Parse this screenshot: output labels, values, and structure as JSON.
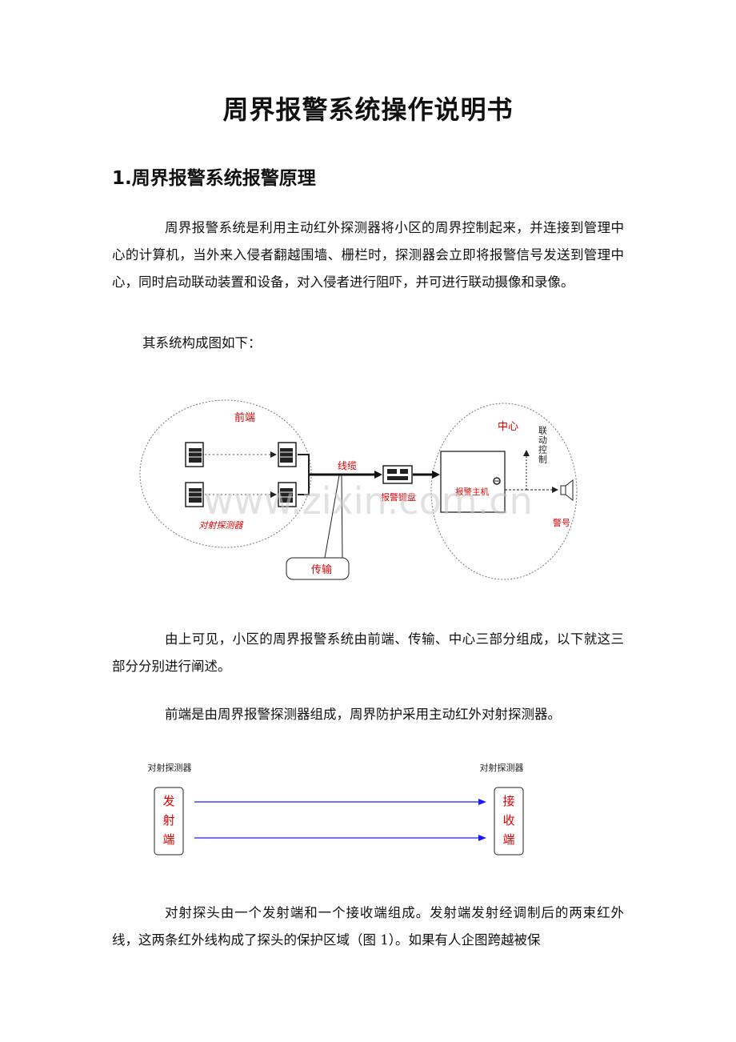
{
  "title": "周界报警系统操作说明书",
  "section1": {
    "heading": "1.周界报警系统报警原理"
  },
  "paragraphs": {
    "p1": "周界报警系统是利用主动红外探测器将小区的周界控制起来，并连接到管理中心的计算机，当外来入侵者翻越围墙、栅栏时，探测器会立即将报警信号发送到管理中心，同时启动联动装置和设备，对入侵者进行阻吓，并可进行联动摄像和录像。",
    "p2": "其系统构成图如下：",
    "p3": "由上可见，小区的周界报警系统由前端、传输、中心三部分组成，以下就这三部分分别进行阐述。",
    "p4": "前端是由周界报警探测器组成，周界防护采用主动红外对射探测器。",
    "p5": "对射探头由一个发射端和一个接收端组成。发射端发射经调制后的两束红外线，这两条红外线构成了探头的保护区域（图 1）。如果有人企图跨越被保"
  },
  "diagram1": {
    "front_label": "前端",
    "detector_label": "对射探测器",
    "cable_label": "线缆",
    "keyboard_label": "报警键盘",
    "transmission_label": "传输",
    "center_label": "中心",
    "host_label": "报警主机",
    "linkage_label": "联动控制",
    "alarm_label": "警号",
    "watermark": "www.zixin.com.cn"
  },
  "diagram2": {
    "left_caption": "对射探测器",
    "right_caption": "对射探测器",
    "emitter_label": "发射端",
    "receiver_label": "接收端"
  },
  "colors": {
    "label_red": "#e00000",
    "beam_blue": "#1a1aff"
  }
}
